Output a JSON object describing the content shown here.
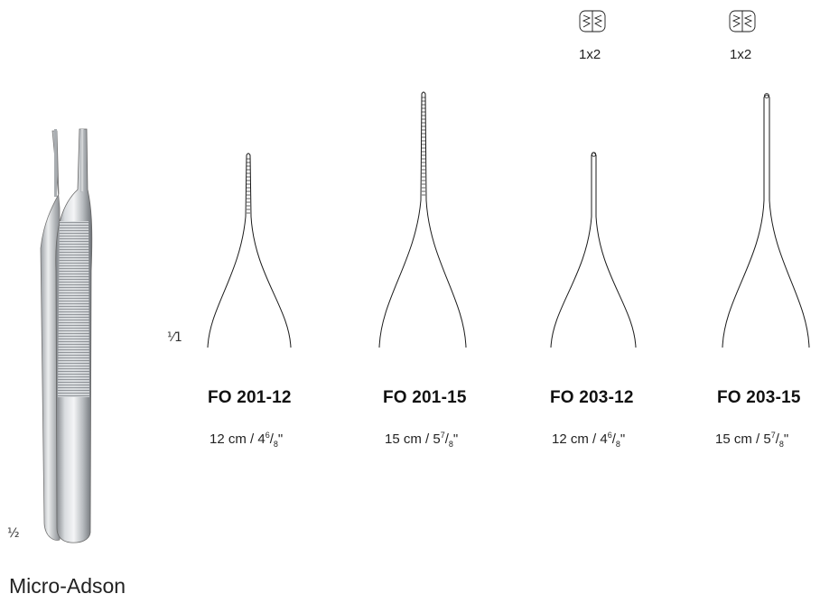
{
  "product_family": "Micro-Adson",
  "scale_labels": {
    "photo": "½",
    "drawings": "⅟1"
  },
  "tip_pattern_icon": "teeth-pattern-icon",
  "products": [
    {
      "code": "FO 201-12",
      "size_cm": "12 cm",
      "size_inch": "4",
      "size_frac_num": "6",
      "size_frac_den": "8",
      "tip": "serrated",
      "tip_label": ""
    },
    {
      "code": "FO 201-15",
      "size_cm": "15 cm",
      "size_inch": "5",
      "size_frac_num": "7",
      "size_frac_den": "8",
      "tip": "serrated",
      "tip_label": ""
    },
    {
      "code": "FO 203-12",
      "size_cm": "12 cm",
      "size_inch": "4",
      "size_frac_num": "6",
      "size_frac_den": "8",
      "tip": "teeth",
      "tip_label": "1x2"
    },
    {
      "code": "FO 203-15",
      "size_cm": "15 cm",
      "size_inch": "5",
      "size_frac_num": "7",
      "size_frac_den": "8",
      "tip": "teeth",
      "tip_label": "1x2"
    }
  ]
}
